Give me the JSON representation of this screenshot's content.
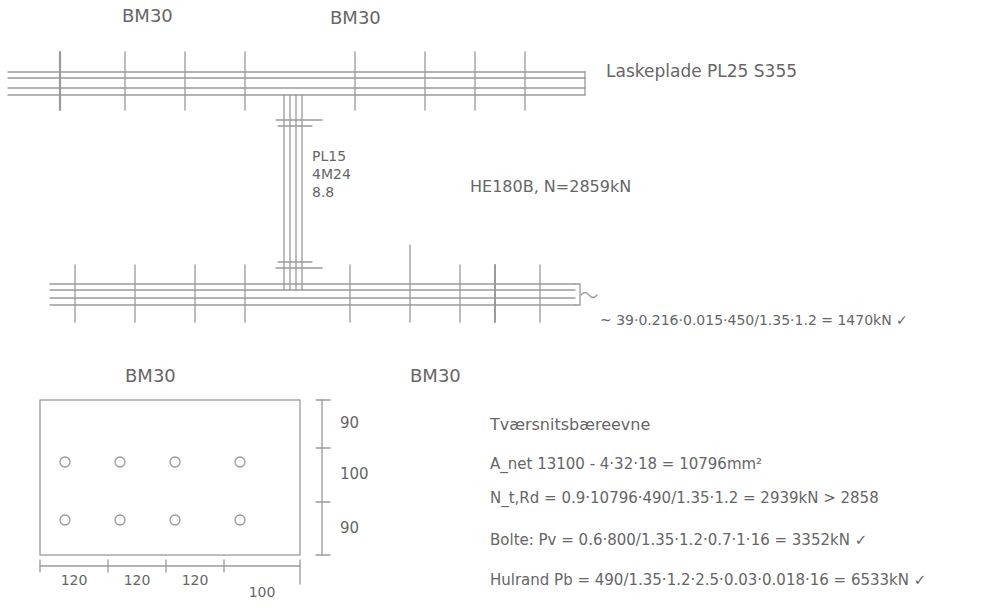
{
  "diagram": {
    "labels": [
      "BM30",
      "BM30",
      "Laskeplade PL25 S355",
      "PL15",
      "4M24",
      "8.8",
      "HE180B, N=2859kN",
      "~ 39·0.216·0.015·450/1.35·1.2 = 1470kN ✓",
      "BM30",
      "BM30",
      "Tværsnitsbæreevne",
      "A_net  13100 - 4·32·18 = 10796mm²",
      "N_t,Rd = 0.9·10796·490/1.35·1.2 = 2939kN > 2858",
      "Bolte: Pv = 0.6·800/1.35·1.2·0.7·1·16 = 3352kN ✓",
      "Hulrand Pb = 490/1.35·1.2·2.5·0.03·0.018·16 = 6533kN ✓",
      "90",
      "100",
      "90",
      "120",
      "120",
      "120",
      "100"
    ]
  }
}
